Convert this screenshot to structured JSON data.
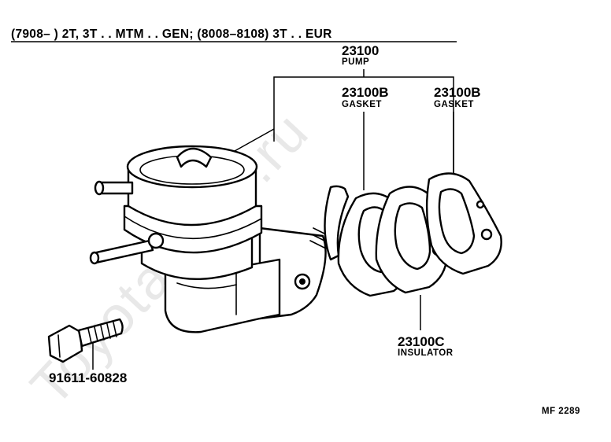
{
  "header": {
    "text": "(7908–        ) 2T, 3T . . MTM . . GEN; (8008–8108) 3T . . EUR"
  },
  "watermark": "ToyotaMine.ru",
  "parts": [
    {
      "code": "23100",
      "name": "PUMP"
    },
    {
      "code": "23100B",
      "name": "GASKET"
    },
    {
      "code": "23100B",
      "name": "GASKET"
    },
    {
      "code": "23100C",
      "name": "INSULATOR"
    },
    {
      "code": "91611-60828",
      "name": ""
    }
  ],
  "figure_id": "MF  2289",
  "colors": {
    "ink": "#000000",
    "paper": "#ffffff",
    "watermark": "#e8e8e8"
  }
}
